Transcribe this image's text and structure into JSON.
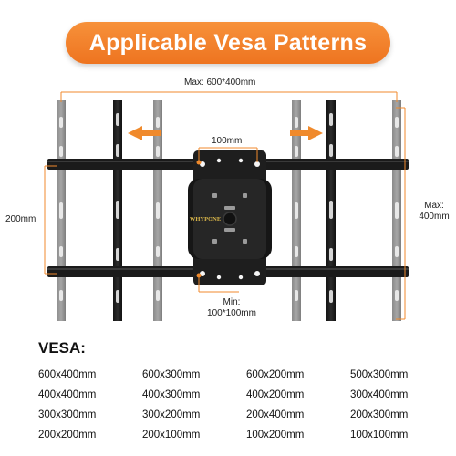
{
  "header": {
    "title": "Applicable Vesa Patterns"
  },
  "diagram": {
    "max_width_label": "Max: 600*400mm",
    "plate_width_label": "100mm",
    "left_height_label": "200mm",
    "right_height_label_1": "Max:",
    "right_height_label_2": "400mm",
    "min_label_1": "Min:",
    "min_label_2": "100*100mm",
    "brand_text": "WHYPONE",
    "accent_color": "#f08a2c"
  },
  "vesa": {
    "title": "VESA:",
    "patterns": [
      "600x400mm",
      "600x300mm",
      "600x200mm",
      "500x300mm",
      "400x400mm",
      "400x300mm",
      "400x200mm",
      "300x400mm",
      "300x300mm",
      "300x200mm",
      "200x400mm",
      "200x300mm",
      "200x200mm",
      "200x100mm",
      "100x200mm",
      "100x100mm"
    ]
  }
}
